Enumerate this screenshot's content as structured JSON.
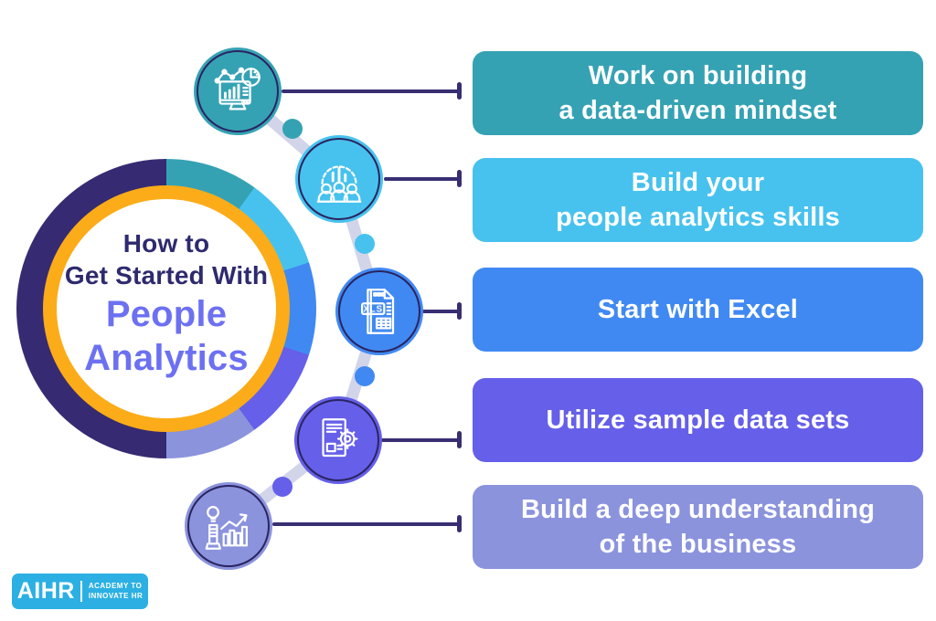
{
  "center": {
    "line1": "How to",
    "line2": "Get Started With",
    "line3": "People",
    "line4": "Analytics"
  },
  "steps": [
    {
      "name": "data-driven-mindset",
      "icon": "dashboard-charts-icon",
      "color": "#35A2B4",
      "line1": "Work on building",
      "line2": "a data-driven mindset"
    },
    {
      "name": "people-analytics-skills",
      "icon": "people-analytics-icon",
      "color": "#47C2EE",
      "line1": "Build your",
      "line2": "people analytics skills"
    },
    {
      "name": "start-with-excel",
      "icon": "xls-file-icon",
      "color": "#4089F2",
      "line1": "Start with Excel",
      "line2": ""
    },
    {
      "name": "sample-data-sets",
      "icon": "report-gear-icon",
      "color": "#655FE9",
      "line1": "Utilize sample data sets",
      "line2": ""
    },
    {
      "name": "understand-business",
      "icon": "insight-growth-icon",
      "color": "#8B93DD",
      "line1": "Build a deep understanding",
      "line2": "of the business"
    }
  ],
  "logo": {
    "brand": "AIHR",
    "tagline_line1": "ACADEMY TO",
    "tagline_line2": "INNOVATE HR"
  },
  "colors": {
    "indigo": "#362B72",
    "yellow": "#FBAC18",
    "connector_band": "#D2D5E9",
    "connector_line": "#382E72",
    "ring_stroke": "#2A2460",
    "title_dark": "#2E2A6E",
    "title_purple": "#6C70F2",
    "logo_blue": "#2CB0E3",
    "background": "#FFFFFF"
  }
}
